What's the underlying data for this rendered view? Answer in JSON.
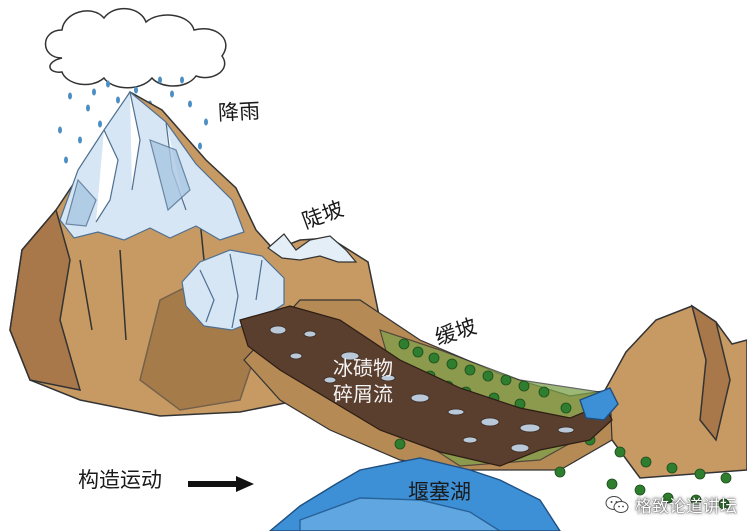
{
  "labels": {
    "rain": "降雨",
    "steep_slope": "陡坡",
    "gentle_slope": "缓坡",
    "debris_line1": "冰碛物",
    "debris_line2": "碎屑流",
    "dammed_lake": "堰塞湖",
    "tectonic_movement": "构造运动"
  },
  "watermark": {
    "text": "格致论道讲坛"
  },
  "colors": {
    "rock": "#c79a64",
    "rock_dark": "#8a6235",
    "ice": "#d6e6f4",
    "ice_edge": "#7fa2c4",
    "debris": "#5a3e2e",
    "water": "#3d8fd6",
    "grass": "#7da04a",
    "tree": "#2f7d2e"
  }
}
